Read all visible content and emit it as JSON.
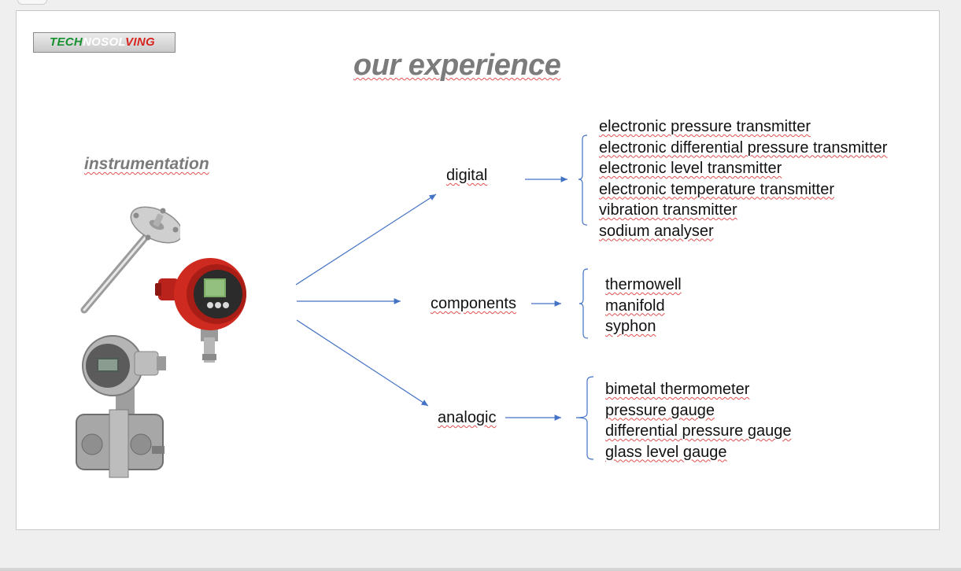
{
  "slide": {
    "logo": {
      "part1": "TECH",
      "part2": "NOSOL",
      "part3": "VING"
    },
    "title": "our experience",
    "subtitle": "instrumentation",
    "branches": [
      {
        "label": "digital",
        "items": [
          "electronic pressure transmitter",
          "electronic differential pressure transmitter",
          "electronic level transmitter",
          "electronic temperature transmitter",
          "vibration transmitter",
          "sodium analyser"
        ]
      },
      {
        "label": "components",
        "items": [
          "thermowell",
          "manifold",
          "syphon"
        ]
      },
      {
        "label": "analogic",
        "items": [
          "bimetal thermometer",
          "pressure gauge",
          "differential pressure gauge",
          "glass level gauge"
        ]
      }
    ]
  },
  "colors": {
    "arrow": "#4472c4",
    "title_gray": "#7b7b7b",
    "logo_green": "#169130",
    "logo_red": "#d8241e",
    "spellcheck_red": "#e05050"
  },
  "icons": {
    "instrument_photos": [
      "thermowell-probe-icon",
      "red-pressure-transmitter-icon",
      "differential-pressure-transmitter-icon"
    ]
  }
}
